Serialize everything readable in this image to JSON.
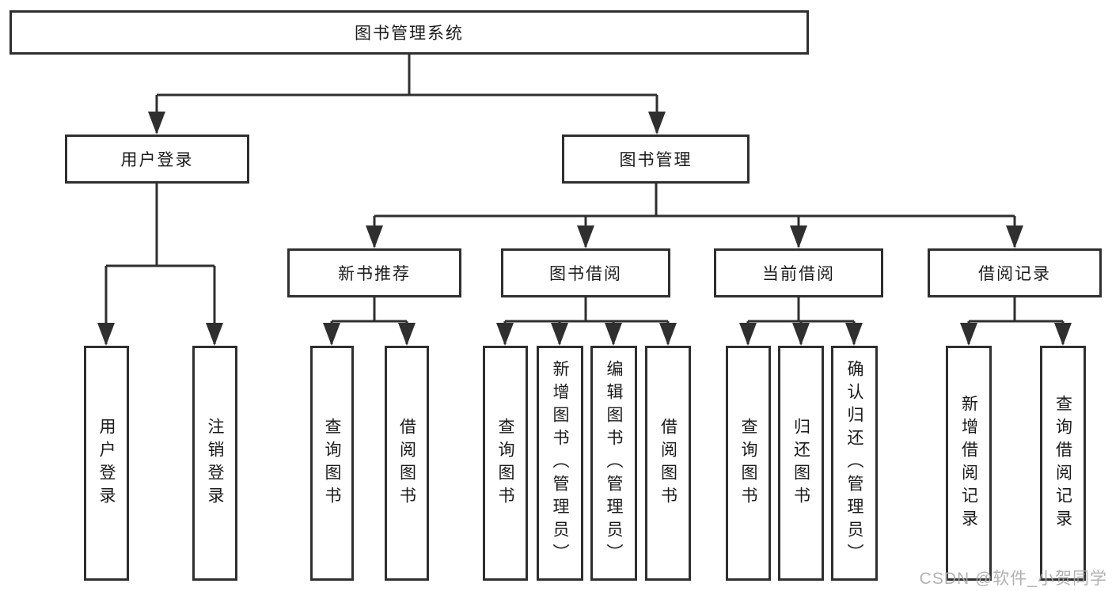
{
  "title": "图书管理系统",
  "level2": {
    "user_login": "用户登录",
    "book_mgmt": "图书管理"
  },
  "level3": {
    "new_books": "新书推荐",
    "borrow": "图书借阅",
    "current": "当前借阅",
    "records": "借阅记录"
  },
  "leaves": {
    "user_login": [
      "用户登录",
      "注销登录"
    ],
    "new_books": [
      "查询图书",
      "借阅图书"
    ],
    "borrow": [
      "查询图书",
      "新增图书（管理员）",
      "编辑图书（管理员）",
      "借阅图书"
    ],
    "current": [
      "查询图书",
      "归还图书",
      "确认归还（管理员）"
    ],
    "records": [
      "新增借阅记录",
      "查询借阅记录"
    ]
  },
  "watermark": "CSDN @软件_小贺同学",
  "colors": {
    "line": "#2f2f2f",
    "text": "#1a1a1a",
    "watermark": "#a8a8a8",
    "background": "#ffffff"
  }
}
